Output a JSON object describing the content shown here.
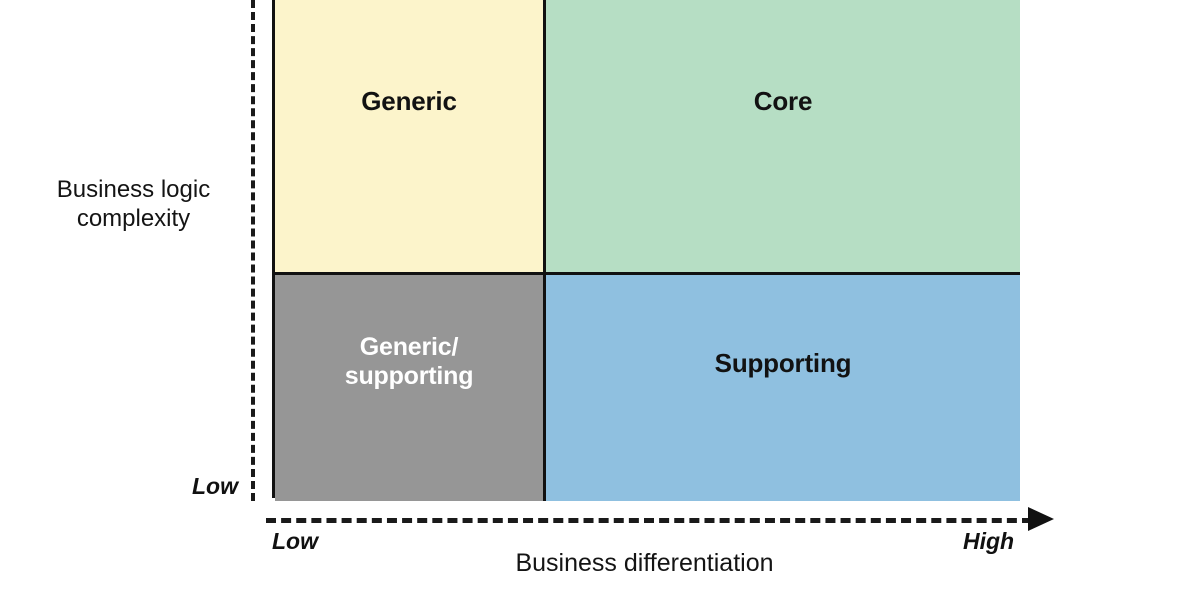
{
  "chart_data": {
    "type": "table",
    "title": "",
    "xlabel": "Business differentiation",
    "ylabel": "Business logic\ncomplexity",
    "x_ticks": [
      "Low",
      "High"
    ],
    "y_ticks": [
      "Low"
    ],
    "grid": false,
    "legend": "none",
    "quadrants": [
      {
        "label": "Generic",
        "x_position": "low",
        "y_position": "high",
        "fill": "#fcf4cb",
        "text_color": "#121212"
      },
      {
        "label": "Core",
        "x_position": "high",
        "y_position": "high",
        "fill": "#b6dec4",
        "text_color": "#121212"
      },
      {
        "label": "Generic/\nsupporting",
        "x_position": "low",
        "y_position": "low",
        "fill": "#969696",
        "text_color": "#ffffff"
      },
      {
        "label": "Supporting",
        "x_position": "high",
        "y_position": "low",
        "fill": "#8fc0e0",
        "text_color": "#121212"
      }
    ]
  },
  "axes": {
    "y": {
      "title": "Business logic\ncomplexity",
      "low_label": "Low"
    },
    "x": {
      "title": "Business differentiation",
      "low_label": "Low",
      "high_label": "High"
    }
  },
  "colors": {
    "generic": "#fcf4cb",
    "core": "#b6dec4",
    "generic_supporting": "#969696",
    "supporting": "#8fc0e0",
    "stroke": "#111111",
    "background": "#ffffff"
  }
}
